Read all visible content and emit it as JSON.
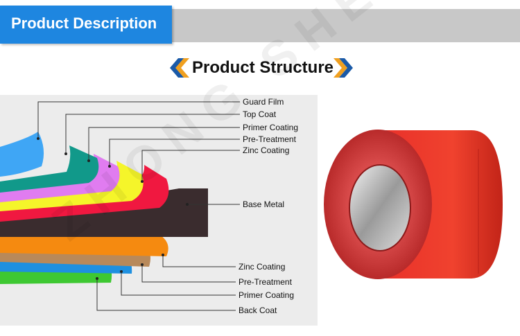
{
  "header": {
    "title": "Product Description"
  },
  "section": {
    "title": "Product Structure"
  },
  "watermark": "ZHONG SHENG",
  "diagram": {
    "top_labels": [
      "Guard Film",
      "Top Coat",
      "Primer Coating",
      "Pre-Treatment",
      "Zinc Coating"
    ],
    "middle_label": "Base Metal",
    "bottom_labels": [
      "Zinc Coating",
      "Pre-Treatment",
      "Primer Coating",
      "Back Coat"
    ]
  },
  "colors": {
    "header_blue": "#1e86e0",
    "guard_film": "#3fa6f5",
    "top_coat": "#11998a",
    "primer_coating": "#e07cf0",
    "pre_treatment": "#f5f52a",
    "zinc_coating": "#f01840",
    "base_metal": "#3a2c2e",
    "coil_red": "#e03028"
  }
}
